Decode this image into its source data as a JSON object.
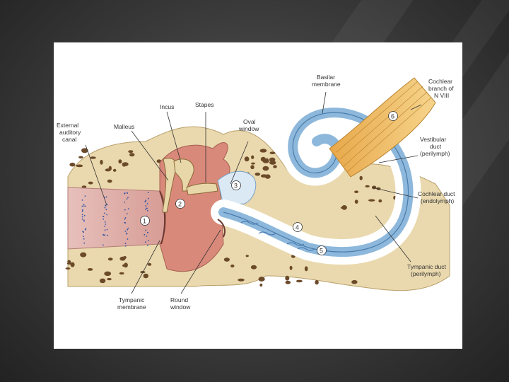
{
  "labels": {
    "incus": "Incus",
    "stapes": "Stapes",
    "oval_window": [
      "Oval",
      "window"
    ],
    "basilar_membrane": [
      "Basilar",
      "membrane"
    ],
    "cochlear_branch": [
      "Cochlear",
      "branch of",
      "N VIII"
    ],
    "external_canal": [
      "External",
      "auditory",
      "canal"
    ],
    "malleus": "Malleus",
    "vestibular_duct": [
      "Vestibular",
      "duct",
      "(perilymph)"
    ],
    "cochlear_duct": [
      "Cochlear duct",
      "(endolymph)"
    ],
    "tympanic_duct": [
      "Tympanic duct",
      "(perilymph)"
    ],
    "tympanic_membrane": [
      "Tympanic",
      "membrane"
    ],
    "round_window": [
      "Round",
      "window"
    ]
  },
  "markers": [
    "1",
    "2",
    "3",
    "4",
    "5",
    "6"
  ],
  "colors": {
    "background": "#3a3a3a",
    "bone": "#ead9ae",
    "bone_pore": "#6b4a2a",
    "middle_ear": "#d9897a",
    "canal": "#e6b7b0",
    "cochlea_fluid": "#8db8dc",
    "nerve": "#f0c070"
  }
}
